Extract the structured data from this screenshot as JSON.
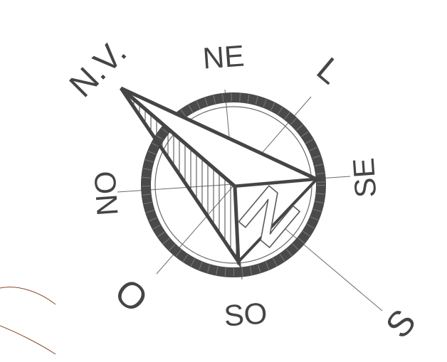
{
  "compass": {
    "labels": {
      "nv": "N.V.",
      "ne": "NE",
      "l": "L",
      "se": "SE",
      "s": "S",
      "so": "SO",
      "o": "O",
      "no": "NO",
      "n": "N"
    }
  },
  "colors": {
    "ink": "#454545",
    "line": "#6a6a6a",
    "ring": "#4a4a4a",
    "contour": "#8b4a2b",
    "background": "#ffffff"
  }
}
